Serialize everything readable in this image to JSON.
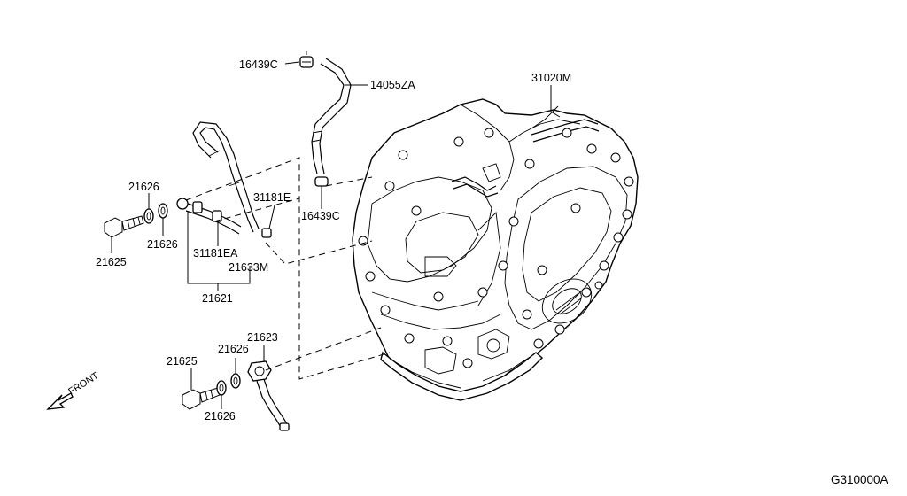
{
  "labels": {
    "clamp_upper": "16439C",
    "hose_upper": "14055ZA",
    "transaxle": "31020M",
    "clamp_lower": "16439C",
    "washer_a_top": "21626",
    "washer_a_bottom": "21626",
    "bolt_a": "21625",
    "clip_e": "31181E",
    "clip_ea": "31181EA",
    "hose_m": "21633M",
    "assembly": "21621",
    "bolt_b": "21625",
    "washer_b_top": "21626",
    "washer_b_bottom": "21626",
    "hose_lower": "21623"
  },
  "front_indicator": "FRONT",
  "drawing_code": "G310000A"
}
